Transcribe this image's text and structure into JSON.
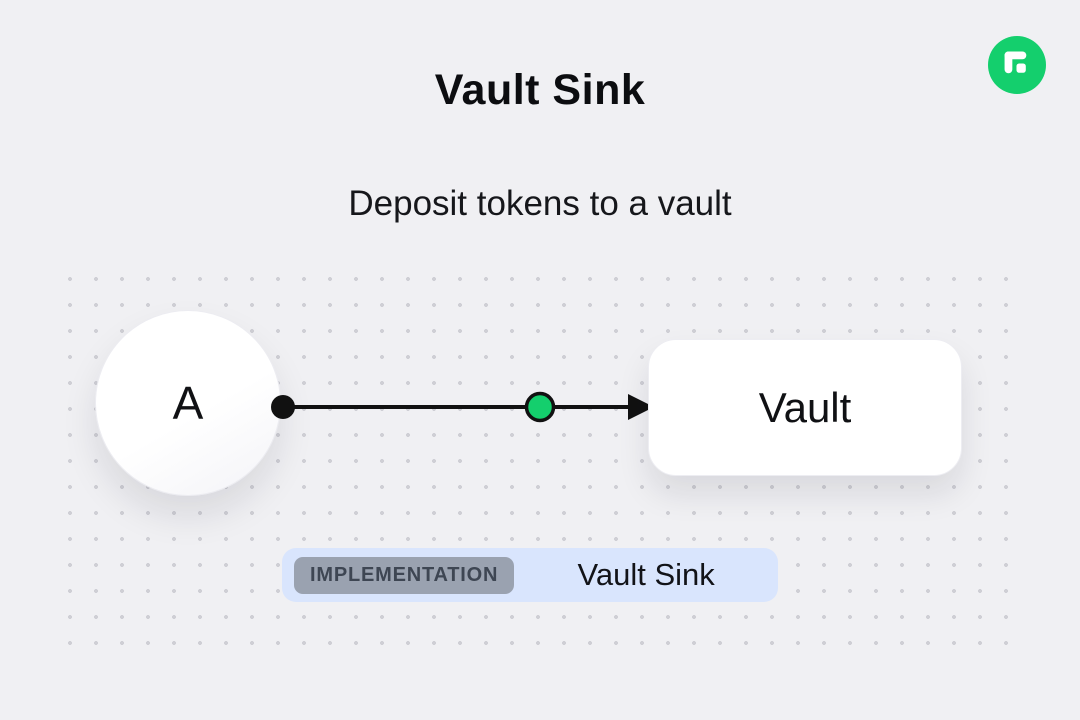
{
  "header": {
    "title": "Vault Sink",
    "subtitle": "Deposit tokens to a vault"
  },
  "diagram": {
    "node_a_label": "A",
    "vault_label": "Vault"
  },
  "badge": {
    "tag_label": "IMPLEMENTATION",
    "value_label": "Vault Sink"
  },
  "icons": {
    "brand_logo": "superfluid-logo-icon"
  },
  "colors": {
    "background": "#f0f0f3",
    "accent_green": "#14cf6d",
    "line_black": "#111111",
    "badge_background": "#d9e5fd",
    "tag_background": "#9aa2b0",
    "tag_text": "#3e4653",
    "dot_grid": "#cfcfd5",
    "node_fill": "#ffffff"
  }
}
